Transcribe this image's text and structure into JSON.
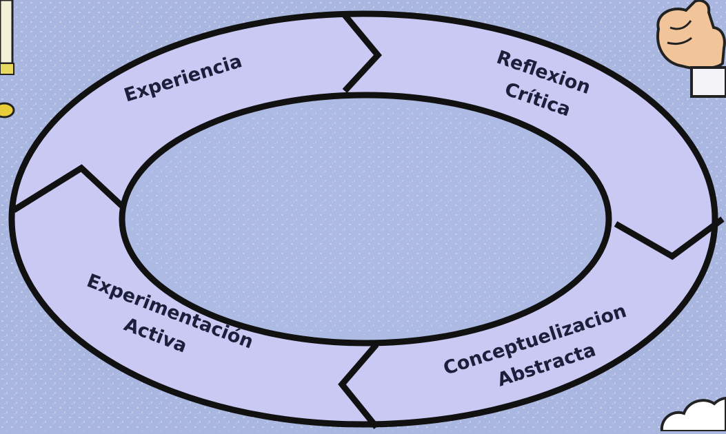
{
  "colors": {
    "background": "#a9b6e0",
    "ring_fill": "#c9c9f4",
    "inner_fill": "#adbbe4",
    "outline": "#111111",
    "text": "#1c1f3a"
  },
  "cycle": {
    "stages": [
      {
        "id": "experiencia",
        "lines": [
          "Experiencia"
        ]
      },
      {
        "id": "reflexion",
        "lines": [
          "Reflexion",
          "Crítica"
        ]
      },
      {
        "id": "conceptualizacion",
        "lines": [
          "Conceptuelizacion",
          "Abstracta"
        ]
      },
      {
        "id": "experimentacion",
        "lines": [
          "Experimentación",
          "Activa"
        ]
      }
    ]
  },
  "decorations": {
    "left_edge": "partial-lamp-icon",
    "top_right": "thumbs-up-hand-icon",
    "bottom_right": "cloud-icon"
  }
}
